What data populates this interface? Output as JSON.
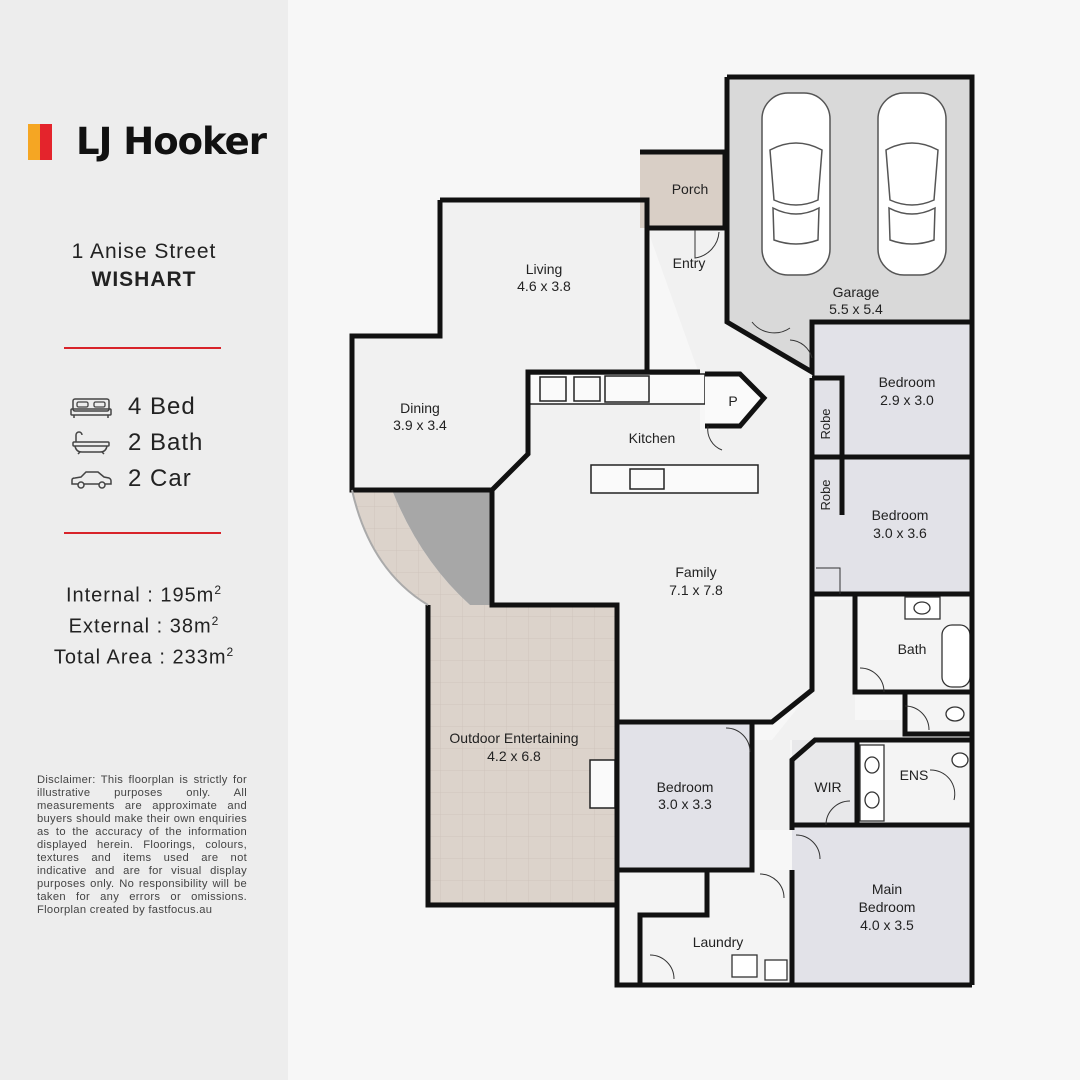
{
  "brand": {
    "name": "LJ Hooker",
    "colors": {
      "gold": "#f5a623",
      "red": "#e4242c",
      "orange": "#f07a1a"
    }
  },
  "address": {
    "street": "1 Anise Street",
    "suburb": "WISHART"
  },
  "features": [
    {
      "icon": "bed-icon",
      "label": "4 Bed"
    },
    {
      "icon": "bathtub-icon",
      "label": "2 Bath"
    },
    {
      "icon": "car-icon",
      "label": "2 Car"
    }
  ],
  "areas": {
    "internal": {
      "label": "Internal : 195m",
      "sup": "2"
    },
    "external": {
      "label": "External : 38m",
      "sup": "2"
    },
    "total": {
      "label": "Total Area : 233m",
      "sup": "2"
    }
  },
  "disclaimer": "Disclaimer: This floorplan is strictly for illustrative purposes only. All measurements are approximate and buyers should make their own enquiries as to the accuracy of the information displayed herein. Floorings, colours, textures and items used are not indicative and are for visual display purposes only. No responsibility will be taken for any errors or omissions. Floorplan created by fastfocus.au",
  "rooms": {
    "porch": {
      "name": "Porch"
    },
    "entry": {
      "name": "Entry"
    },
    "garage": {
      "name": "Garage",
      "dims": "5.5 x 5.4"
    },
    "living": {
      "name": "Living",
      "dims": "4.6 x 3.8"
    },
    "dining": {
      "name": "Dining",
      "dims": "3.9 x 3.4"
    },
    "kitchen": {
      "name": "Kitchen"
    },
    "pantry": {
      "name": "P"
    },
    "bedroom1": {
      "name": "Bedroom",
      "dims": "2.9 x 3.0"
    },
    "robe1": {
      "name": "Robe"
    },
    "bedroom2": {
      "name": "Bedroom",
      "dims": "3.0 x 3.6"
    },
    "robe2": {
      "name": "Robe"
    },
    "family": {
      "name": "Family",
      "dims": "7.1 x 7.8"
    },
    "bath": {
      "name": "Bath"
    },
    "outdoor": {
      "name": "Outdoor Entertaining",
      "dims": "4.2 x 6.8"
    },
    "bedroom3": {
      "name": "Bedroom",
      "dims": "3.0 x 3.3"
    },
    "wir": {
      "name": "WIR"
    },
    "ens": {
      "name": "ENS"
    },
    "main": {
      "name": "Main",
      "name2": "Bedroom",
      "dims": "4.0 x 3.5"
    },
    "laundry": {
      "name": "Laundry"
    }
  },
  "colors": {
    "wall": "#111111",
    "floor": "#f1f1f1",
    "bedroom_floor": "#e2e2e8",
    "garage_floor": "#d9d9d9",
    "tile": "#dcd3cb",
    "accent_rule": "#d8232a"
  }
}
